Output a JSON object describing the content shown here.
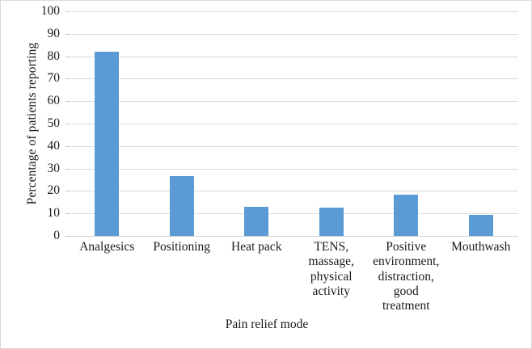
{
  "chart_data": {
    "type": "bar",
    "title": "",
    "categories": [
      "Analgesics",
      "Positioning",
      "Heat pack",
      "TENS, massage, physical activity",
      "Positive environment, distraction, good treatment",
      "Mouthwash"
    ],
    "category_lines": [
      [
        "Analgesics"
      ],
      [
        "Positioning"
      ],
      [
        "Heat pack"
      ],
      [
        "TENS,",
        "massage,",
        "physical",
        "activity"
      ],
      [
        "Positive",
        "environment,",
        "distraction,",
        "good",
        "treatment"
      ],
      [
        "Mouthwash"
      ]
    ],
    "values": [
      82,
      26.5,
      13,
      12.5,
      18.5,
      9.5
    ],
    "xlabel": "Pain relief mode",
    "ylabel": "Percentage of patients reporting",
    "ylim": [
      0,
      100
    ],
    "ytick_values": [
      0,
      10,
      20,
      30,
      40,
      50,
      60,
      70,
      80,
      90,
      100
    ],
    "ytick_labels": [
      "0",
      "10",
      "20",
      "30",
      "40",
      "50",
      "60",
      "70",
      "80",
      "90",
      "100"
    ],
    "grid": true,
    "legend": false,
    "legend_position": "none",
    "bar_color": "#5b9bd5",
    "gridline_color": "#d9d9d9",
    "background_color": "#ffffff",
    "border_color": "#d9d9d9"
  }
}
